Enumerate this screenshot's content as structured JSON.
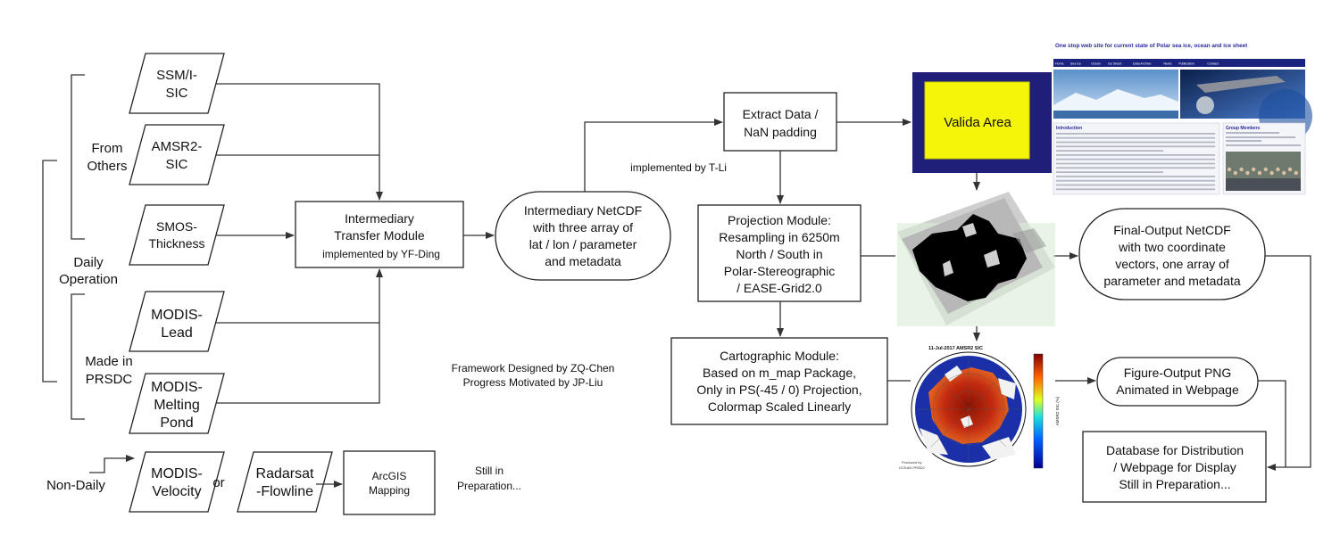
{
  "sources": {
    "ssmi": [
      "SSM/I-",
      "SIC"
    ],
    "amsr2": [
      "AMSR2-",
      "SIC"
    ],
    "smos": [
      "SMOS-",
      "Thickness"
    ],
    "modis_lead": [
      "MODIS-",
      "Lead"
    ],
    "modis_melt": [
      "MODIS-",
      "Melting",
      "Pond"
    ],
    "modis_vel": [
      "MODIS-",
      "Velocity"
    ],
    "radarsat": [
      "Radarsat",
      "-Flowline"
    ]
  },
  "groups": {
    "from_others": [
      "From",
      "Others"
    ],
    "made_in": [
      "Made in",
      "PRSDC"
    ],
    "daily": [
      "Daily",
      "Operation"
    ],
    "non_daily": "Non-Daily",
    "or": "or"
  },
  "modules": {
    "transfer": [
      "Intermediary",
      "Transfer Module",
      "implemented by YF-Ding"
    ],
    "netcdf_mid": [
      "Intermediary NetCDF",
      "with three array of",
      "lat / lon / parameter",
      "and metadata"
    ],
    "extract": [
      "Extract Data /",
      "NaN padding"
    ],
    "implemented_li": "implemented by T-Li",
    "valida": "Valida Area",
    "projection": [
      "Projection Module:",
      "Resampling in 6250m",
      "North / South  in",
      "Polar-Stereographic",
      "/ EASE-Grid2.0"
    ],
    "cartographic": [
      "Cartographic Module:",
      "Based on m_map Package,",
      "Only in PS(-45 / 0) Projection,",
      "Colormap Scaled Linearly"
    ],
    "final_netcdf": [
      "Final-Output NetCDF",
      "with two coordinate",
      "vectors, one array of",
      "parameter and metadata"
    ],
    "figure_png": [
      "Figure-Output PNG",
      "Animated in Webpage"
    ],
    "database": [
      "Database for Distribution",
      "/ Webpage for Display",
      "Still in Preparation..."
    ],
    "arcgis": [
      "ArcGIS",
      "Mapping"
    ],
    "still_prep": [
      "Still in",
      "Preparation..."
    ],
    "credits": [
      "Framework Designed by ZQ-Chen",
      "Progress Motivated by JP-Liu"
    ]
  },
  "website": {
    "title": "One stop web site for current state of Polar sea ice, ocean and ice sheet",
    "nav": [
      "Home",
      "Sea Ice",
      "Ocean",
      "Ice Sheet",
      "Data Archive",
      "News",
      "Publication",
      "Contact"
    ],
    "intro_heading": "Introduction",
    "group_heading": "Group Members"
  },
  "sic_map": {
    "title": "11-Jul-2017 AMSR2 SIC",
    "colorbar_label": "AMSR2 SIC (%)",
    "credit": [
      "Produced by",
      "OCEAN PRSDC"
    ]
  },
  "colors": {
    "line": "#333333",
    "valida_bg": "#1f1f7a",
    "valida_fill": "#f5f50a",
    "web_nav": "#1a237e",
    "web_title": "#2a2aa0"
  }
}
